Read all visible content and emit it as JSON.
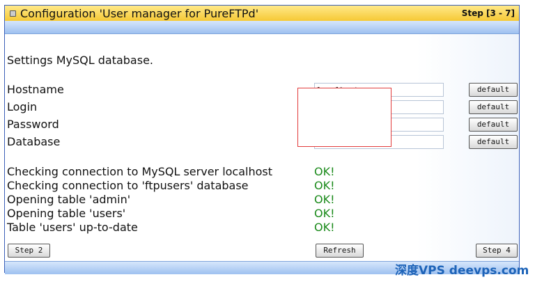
{
  "window": {
    "title": "Configuration 'User manager for PureFTPd'",
    "step_indicator": "Step [3 - 7]"
  },
  "section_heading": "Settings MySQL database.",
  "fields": [
    {
      "label": "Hostname",
      "value": "localhost",
      "button": "default"
    },
    {
      "label": "Login",
      "value": "",
      "button": "default"
    },
    {
      "label": "Password",
      "value": "",
      "button": "default"
    },
    {
      "label": "Database",
      "value": "",
      "button": "default"
    }
  ],
  "checks": [
    {
      "message": "Checking connection to MySQL server localhost",
      "status": "OK!"
    },
    {
      "message": "Checking connection to 'ftpusers' database",
      "status": "OK!"
    },
    {
      "message": "Opening table 'admin'",
      "status": "OK!"
    },
    {
      "message": "Opening table 'users'",
      "status": "OK!"
    },
    {
      "message": "Table 'users' up-to-date",
      "status": "OK!"
    }
  ],
  "footer": {
    "prev_button": "Step 2",
    "refresh_button": "Refresh",
    "next_button": "Step 4"
  },
  "watermark": "深度VPS deevps.com",
  "colors": {
    "title_bar": "#f6c935",
    "blue_bar": "#9ec1f0",
    "ok_status": "#1a8a1a",
    "redaction_border": "#e23b3b"
  }
}
